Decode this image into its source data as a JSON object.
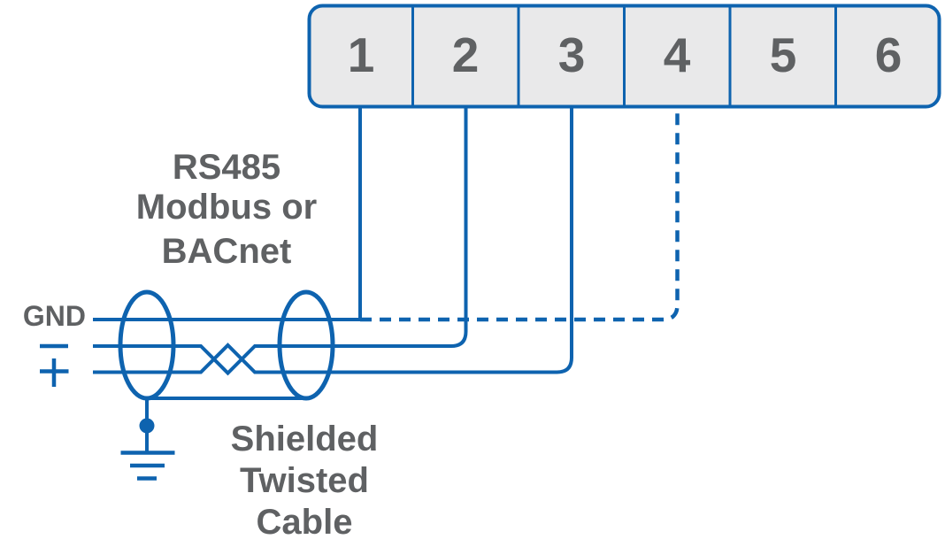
{
  "diagram": {
    "terminal_block": {
      "terminals": [
        {
          "label": "1"
        },
        {
          "label": "2"
        },
        {
          "label": "3"
        },
        {
          "label": "4"
        },
        {
          "label": "5"
        },
        {
          "label": "6"
        }
      ]
    },
    "bus_label": {
      "line1": "RS485",
      "line2": "Modbus or",
      "line3": "BACnet"
    },
    "cable_label": {
      "line1": "Shielded",
      "line2": "Twisted",
      "line3": "Cable"
    },
    "wire_labels": {
      "ground": "GND"
    },
    "icons": {
      "minus": "minus-icon",
      "plus": "plus-icon",
      "earth_ground": "earth-ground-icon"
    },
    "colors": {
      "wire_blue": "#0e63af",
      "label_gray": "#5f6163",
      "terminal_fill": "#e9e9ea",
      "background": "#ffffff"
    }
  }
}
